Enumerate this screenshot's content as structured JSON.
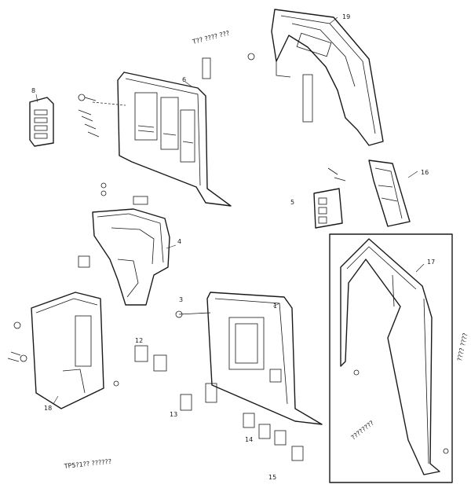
{
  "callouts": {
    "c1": "19",
    "c2": "6",
    "c3": "8",
    "c4": "4",
    "c5": "3",
    "c6": "1",
    "c7": "12",
    "c8": "13",
    "c9": "14",
    "c10": "15",
    "c11": "16",
    "c12": "17",
    "c13": "18",
    "c14": "5"
  },
  "notes": {
    "top_center": "T?? ???? ???",
    "bottom_left": "TP5?1?? ??????",
    "right_vertical": "???? ????",
    "inset_slanted": "????????"
  },
  "icons": {
    "panels": "body-panel-icon",
    "fasteners": "bolt-icon",
    "grilles": "grille-icon"
  }
}
